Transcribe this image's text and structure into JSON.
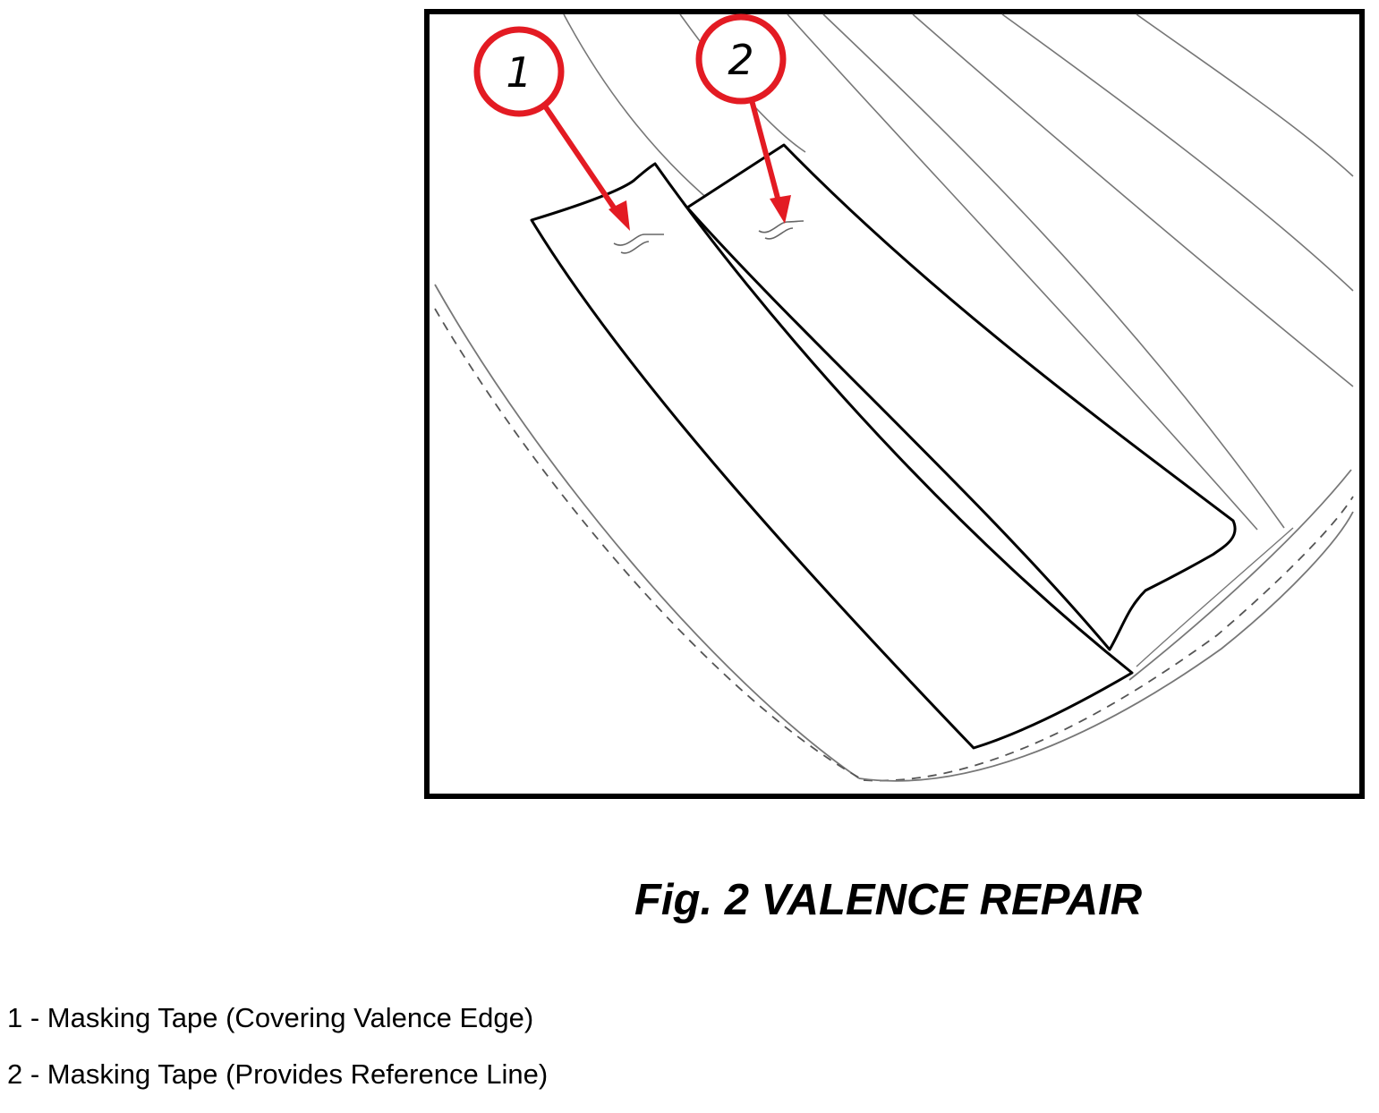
{
  "figure": {
    "caption": "Fig. 2 VALENCE REPAIR",
    "callouts": [
      {
        "number": "1",
        "target": "masking-tape-1"
      },
      {
        "number": "2",
        "target": "masking-tape-2"
      }
    ],
    "colors": {
      "callout": "#e31b23",
      "line": "#000000",
      "detail": "#888888"
    }
  },
  "legend": {
    "items": [
      {
        "label": "1 - Masking Tape (Covering Valence Edge)"
      },
      {
        "label": "2 - Masking Tape (Provides Reference Line)"
      }
    ]
  }
}
